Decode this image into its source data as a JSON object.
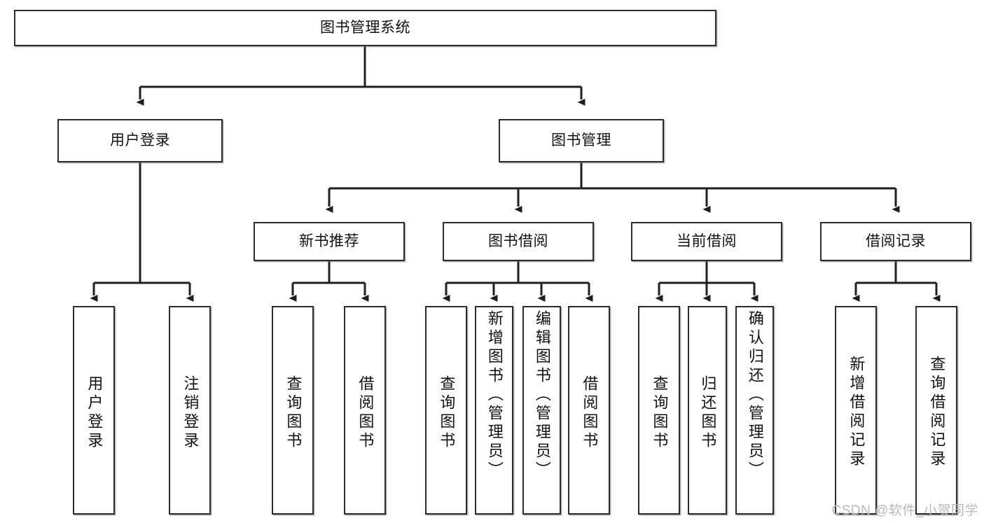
{
  "diagram": {
    "type": "tree-hierarchy",
    "title": "图书管理系统",
    "watermark": "CSDN @软件_小贺同学",
    "colors": {
      "box_border": "#2b2b2b",
      "box_fill": "#ffffff",
      "connector": "#1f1f1f",
      "text": "#111111",
      "watermark": "#b9b9b9"
    },
    "root": {
      "label": "图书管理系统"
    },
    "level2": [
      {
        "label": "用户登录"
      },
      {
        "label": "图书管理"
      }
    ],
    "level3": [
      {
        "label": "新书推荐"
      },
      {
        "label": "图书借阅"
      },
      {
        "label": "当前借阅"
      },
      {
        "label": "借阅记录"
      }
    ],
    "leaves": {
      "user_login": [
        {
          "label": "用户登录"
        },
        {
          "label": "注销登录"
        }
      ],
      "new_book_recommend": [
        {
          "label": "查询图书"
        },
        {
          "label": "借阅图书"
        }
      ],
      "book_borrow": [
        {
          "label": "查询图书"
        },
        {
          "label": "新增图书（管理员）"
        },
        {
          "label": "编辑图书（管理员）"
        },
        {
          "label": "借阅图书"
        }
      ],
      "current_borrow": [
        {
          "label": "查询图书"
        },
        {
          "label": "归还图书"
        },
        {
          "label": "确认归还（管理员）"
        }
      ],
      "borrow_record": [
        {
          "label": "新增借阅记录"
        },
        {
          "label": "查询借阅记录"
        }
      ]
    }
  }
}
